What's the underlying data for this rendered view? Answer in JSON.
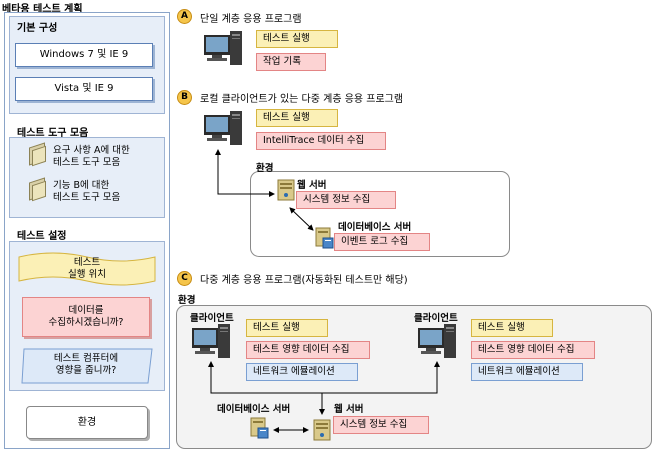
{
  "title": "베타용 테스트 계획",
  "left": {
    "basic": {
      "heading": "기본 구성",
      "items": [
        "Windows 7 및 IE 9",
        "Vista 및 IE 9"
      ]
    },
    "tools": {
      "heading": "테스트 도구 모음",
      "items": [
        {
          "line1": "요구 사항 A에 대한",
          "line2": "테스트 도구 모음"
        },
        {
          "line1": "기능 B에 대한",
          "line2": "테스트 도구 모음"
        }
      ]
    },
    "settings": {
      "heading": "테스트 설정",
      "run": {
        "line1": "테스트",
        "line2": "실행 위치"
      },
      "collect": {
        "line1": "데이터를",
        "line2": "수집하시겠습니까?"
      },
      "impact": {
        "line1": "테스트 컴퓨터에",
        "line2": "영향을 줍니까?"
      }
    },
    "environment": "환경"
  },
  "sectionA": {
    "letter": "A",
    "title": "단일 계층 응용 프로그램",
    "run": "테스트 실행",
    "collect": "작업 기록"
  },
  "sectionB": {
    "letter": "B",
    "title": "로컬 클라이언트가 있는 다중 계층 응용 프로그램",
    "run": "테스트 실행",
    "collect": "IntelliTrace 데이터 수집",
    "environment": "환경",
    "web_server": "웹 서버",
    "system_info": "시스템 정보 수집",
    "db_server": "데이터베이스 서버",
    "event_log": "이벤트 로그 수집"
  },
  "sectionC": {
    "letter": "C",
    "title": "다중 계층 응용 프로그램(자동화된 테스트만 해당)",
    "environment": "환경",
    "client_left": {
      "label": "클라이언트",
      "run": "테스트 실행",
      "impact": "테스트 영향 데이터 수집",
      "network": "네트워크 에뮬레이션"
    },
    "client_right": {
      "label": "클라이언트",
      "run": "테스트 실행",
      "impact": "테스트 영향 데이터 수집",
      "network": "네트워크 에뮬레이션"
    },
    "db_server": "데이터베이스 서버",
    "web_server": "웹 서버",
    "system_info": "시스템 정보 수집"
  }
}
